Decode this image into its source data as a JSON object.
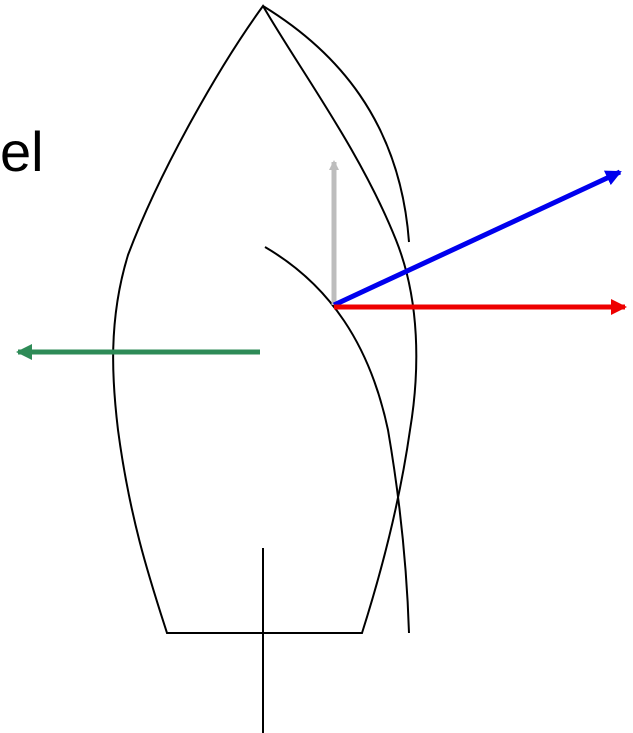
{
  "label": "el",
  "colors": {
    "outline": "#000000",
    "gray_arrow": "#bdbdbd",
    "blue_arrow": "#0000ee",
    "red_arrow": "#ee0000",
    "green_arrow": "#2e8b57"
  },
  "elements": {
    "hull": "sailboat-hull",
    "sail": "sail-curve",
    "keel": "keel-line",
    "arrows": [
      "vertical-arrow",
      "blue-arrow",
      "red-arrow",
      "green-arrow"
    ]
  }
}
